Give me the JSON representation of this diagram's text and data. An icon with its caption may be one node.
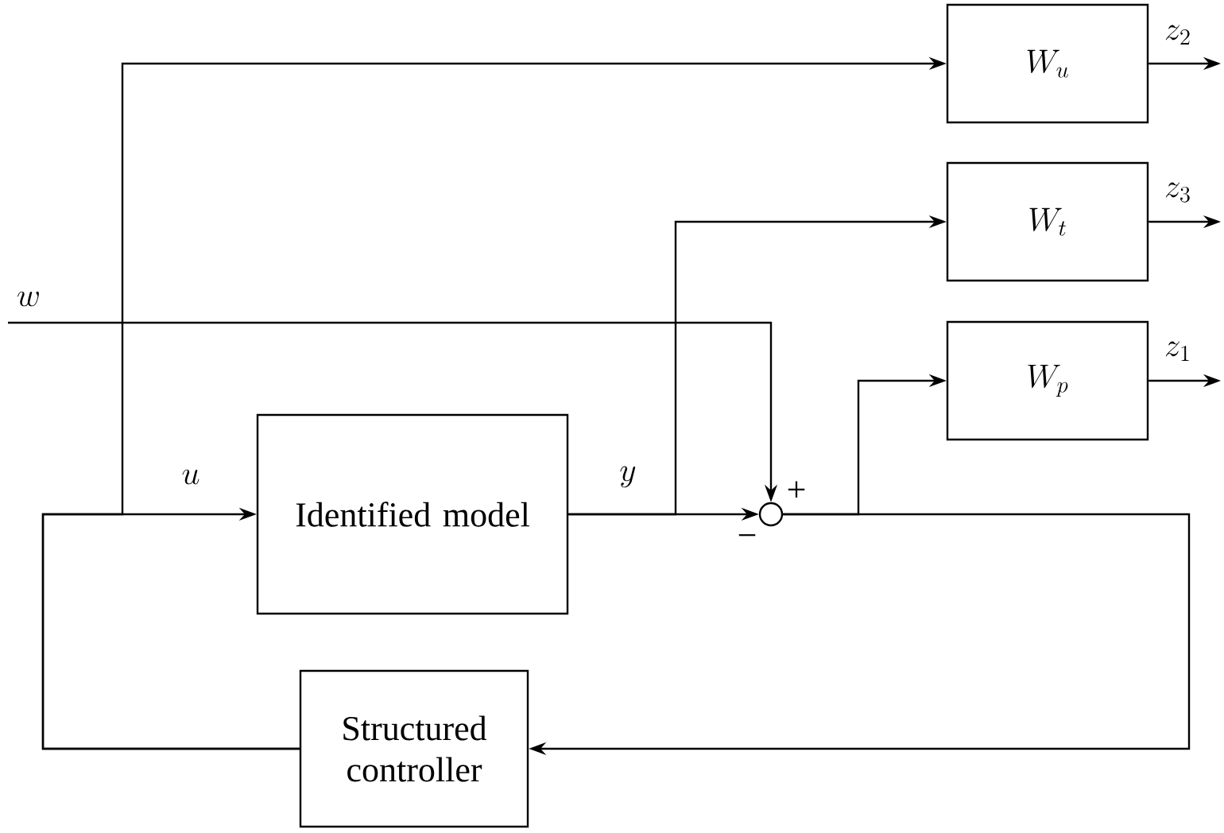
{
  "diagram": {
    "nodes": [
      {
        "text": [
          "Identified model"
        ]
      },
      {
        "text": [
          "Structured controller"
        ]
      },
      {
        "text": [],
        "shape": "circle"
      },
      {
        "text": [
          "W_u"
        ]
      },
      {
        "text": [
          "W_t"
        ]
      },
      {
        "text": [
          "W_p"
        ]
      }
    ],
    "edges": [
      {
        "from": 1,
        "to": 0,
        "arrow": "to",
        "label": "u"
      },
      {
        "from": 0,
        "to": 2,
        "arrow": "to",
        "label": "y"
      },
      {
        "from": 2,
        "to": 1,
        "arrow": "to"
      },
      {
        "from": null,
        "to": 2,
        "arrow": "to",
        "label": "w"
      },
      {
        "from": 1,
        "to": 3,
        "arrow": "to"
      },
      {
        "from": 0,
        "to": 4,
        "arrow": "to"
      },
      {
        "from": 2,
        "to": 5,
        "arrow": "to"
      },
      {
        "from": 3,
        "to": null,
        "arrow": "to",
        "label": "z_2"
      },
      {
        "from": 4,
        "to": null,
        "arrow": "to",
        "label": "z_3"
      },
      {
        "from": 5,
        "to": null,
        "arrow": "to",
        "label": "z_1"
      }
    ],
    "labels": [
      "+",
      "−"
    ]
  }
}
